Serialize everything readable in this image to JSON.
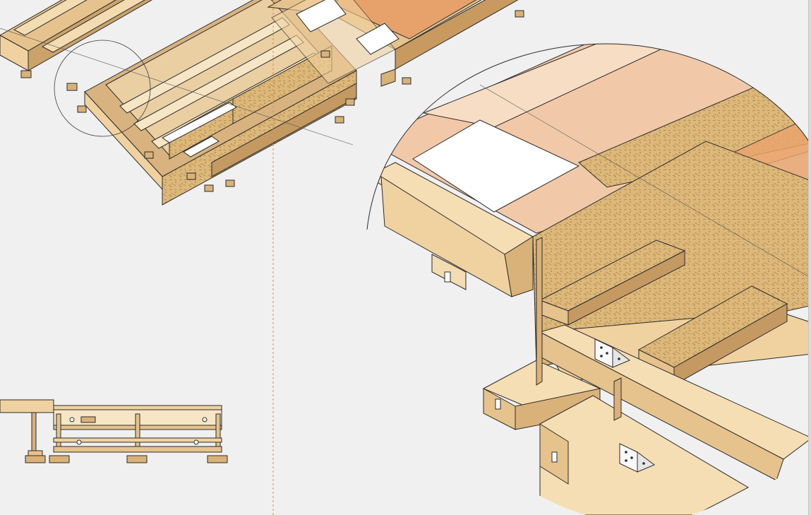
{
  "drawing": {
    "views": [
      {
        "id": "assembly-iso",
        "kind": "isometric"
      },
      {
        "id": "side-elevation",
        "kind": "orthographic"
      },
      {
        "id": "detail-view",
        "kind": "magnified-detail"
      }
    ],
    "materials": {
      "timber": "#f0d2a0",
      "timber_dark": "#d9b27a",
      "osb": "#dcb87a",
      "veneer": "#e9a46d",
      "edge": "#2b2b2b",
      "background": "#f0f0f0",
      "section_line": "#e08a4a"
    },
    "icons": [
      "metal-bracket-icon"
    ]
  }
}
